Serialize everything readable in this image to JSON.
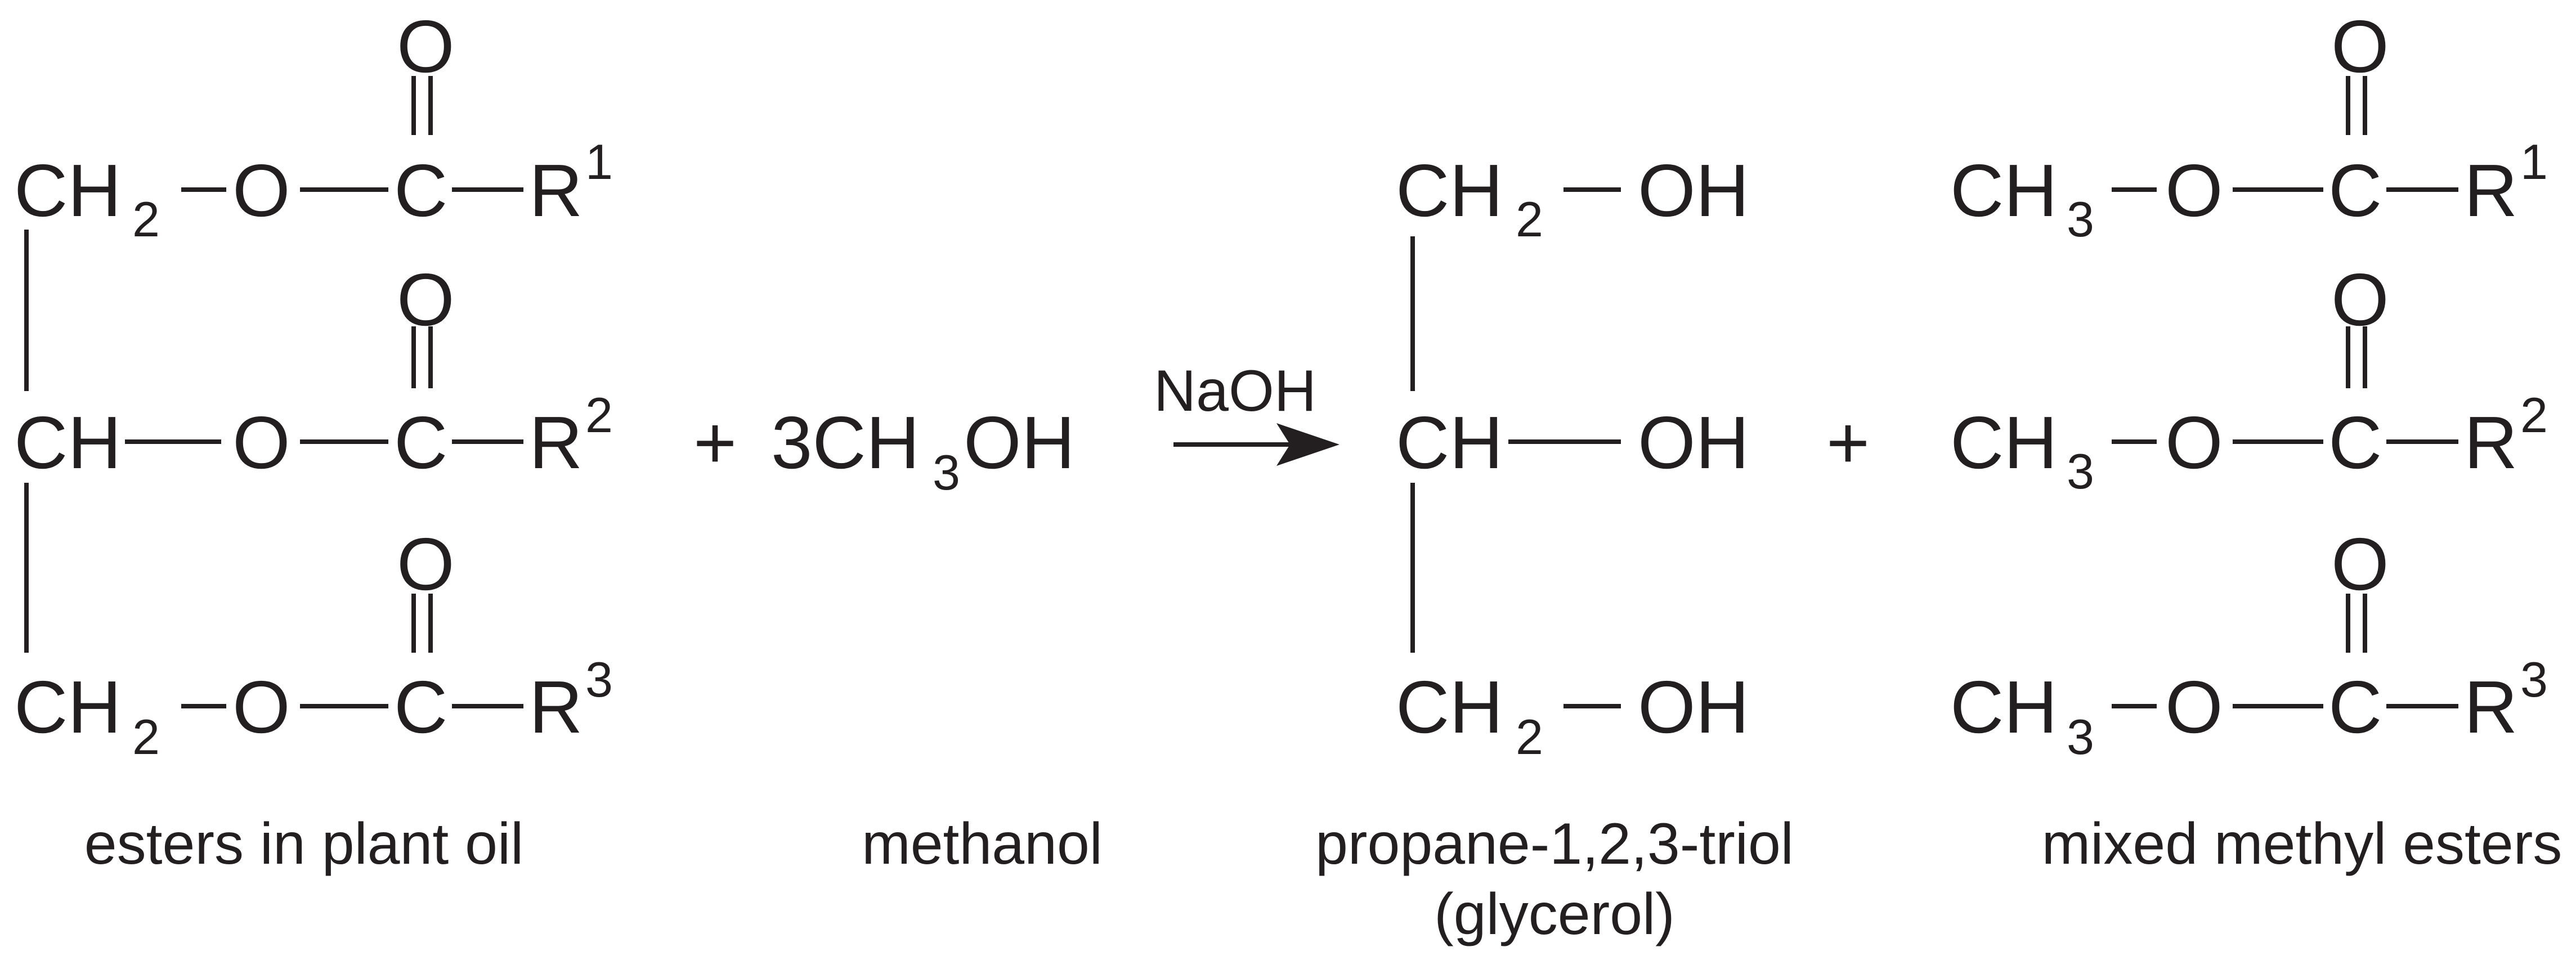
{
  "reactant_oil": {
    "rows": [
      {
        "left": "CH",
        "sub": "2",
        "r": "R",
        "sup": "1"
      },
      {
        "left": "CH",
        "sub": "",
        "r": "R",
        "sup": "2"
      },
      {
        "left": "CH",
        "sub": "2",
        "r": "R",
        "sup": "3"
      }
    ],
    "oxygen": "O",
    "carbon": "C",
    "caption": "esters in plant oil"
  },
  "reagent_methanol": {
    "plus": "+",
    "coefficient_ch": "3CH",
    "sub": "3",
    "oh": "OH",
    "caption": "methanol"
  },
  "arrow": {
    "catalyst": "NaOH"
  },
  "product_glycerol": {
    "rows": [
      {
        "left": "CH",
        "sub": "2",
        "right": "OH"
      },
      {
        "left": "CH",
        "sub": "",
        "right": "OH"
      },
      {
        "left": "CH",
        "sub": "2",
        "right": "OH"
      }
    ],
    "caption_line1": "propane-1,2,3-triol",
    "caption_line2": "(glycerol)"
  },
  "product_plus": "+",
  "product_esters": {
    "rows": [
      {
        "left": "CH",
        "sub": "3",
        "r": "R",
        "sup": "1"
      },
      {
        "left": "CH",
        "sub": "3",
        "r": "R",
        "sup": "2"
      },
      {
        "left": "CH",
        "sub": "3",
        "r": "R",
        "sup": "3"
      }
    ],
    "oxygen": "O",
    "carbon": "C",
    "caption": "mixed methyl esters"
  },
  "colors": {
    "ink": "#231f20",
    "background": "#ffffff"
  }
}
